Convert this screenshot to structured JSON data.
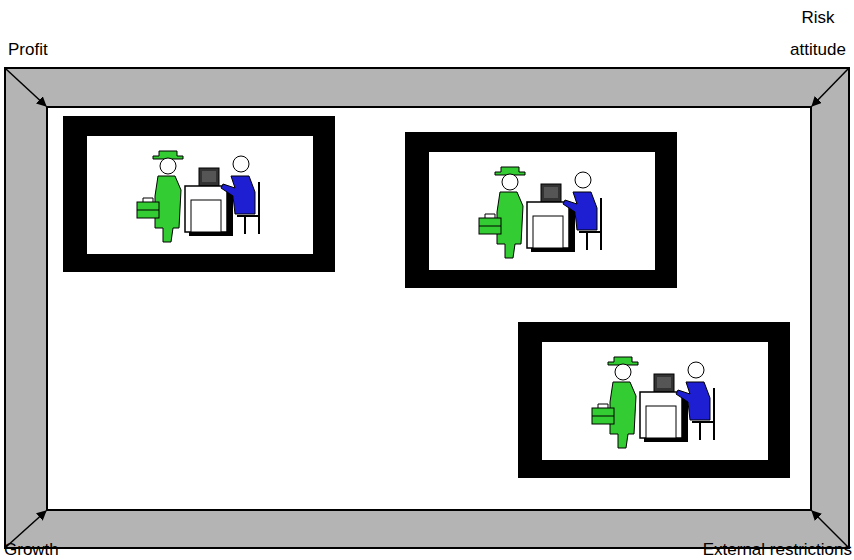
{
  "diagram": {
    "labels": [
      "Profit",
      "Risk attitude",
      "Growth",
      "External restrictions"
    ]
  }
}
